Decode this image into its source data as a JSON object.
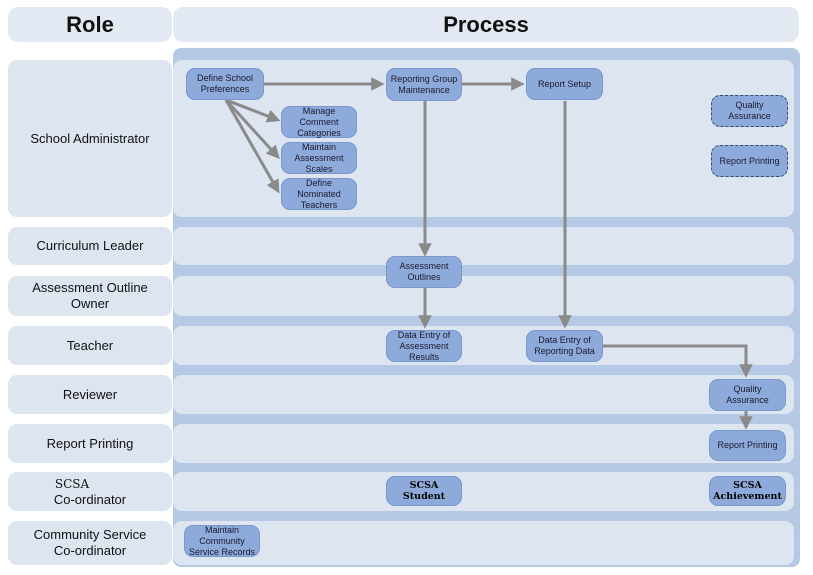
{
  "header": {
    "role": "Role",
    "process": "Process"
  },
  "lanes": [
    {
      "label": "School Administrator"
    },
    {
      "label": "Curriculum Leader"
    },
    {
      "label_lines": [
        "Assessment Outline",
        "Owner"
      ]
    },
    {
      "label": "Teacher"
    },
    {
      "label": "Reviewer"
    },
    {
      "label": "Report Printing"
    },
    {
      "label_lines": [
        "SCSA",
        "Co-ordinator"
      ]
    },
    {
      "label_lines": [
        "Community Service",
        "Co-ordinator"
      ]
    }
  ],
  "nodes": {
    "define_school_preferences": "Define School Preferences",
    "reporting_group_maintenance": "Reporting Group Maintenance",
    "report_setup": "Report Setup",
    "manage_comment_categories": "Manage Comment Categories",
    "maintain_assessment_scales": "Maintain Assessment Scales",
    "define_nominated_teachers": "Define Nominated Teachers",
    "quality_assurance_admin": "Quality Assurance",
    "report_printing_admin": "Report Printing",
    "assessment_outlines": "Assessment Outlines",
    "data_entry_assessment_results": "Data Entry of Assessment Results",
    "data_entry_reporting_data": "Data Entry of Reporting Data",
    "quality_assurance_reviewer": "Quality Assurance",
    "report_printing": "Report Printing",
    "scsa_student": "SCSA Student",
    "scsa_achievement": "SCSA Achievement",
    "maintain_community_service_records": "Maintain Community Service Records"
  },
  "colors": {
    "lane_fill": "#dde5f1",
    "process_fill": "#b5c9e4",
    "node_fill": "#8eaadb",
    "arrow": "#8a8a8a"
  }
}
